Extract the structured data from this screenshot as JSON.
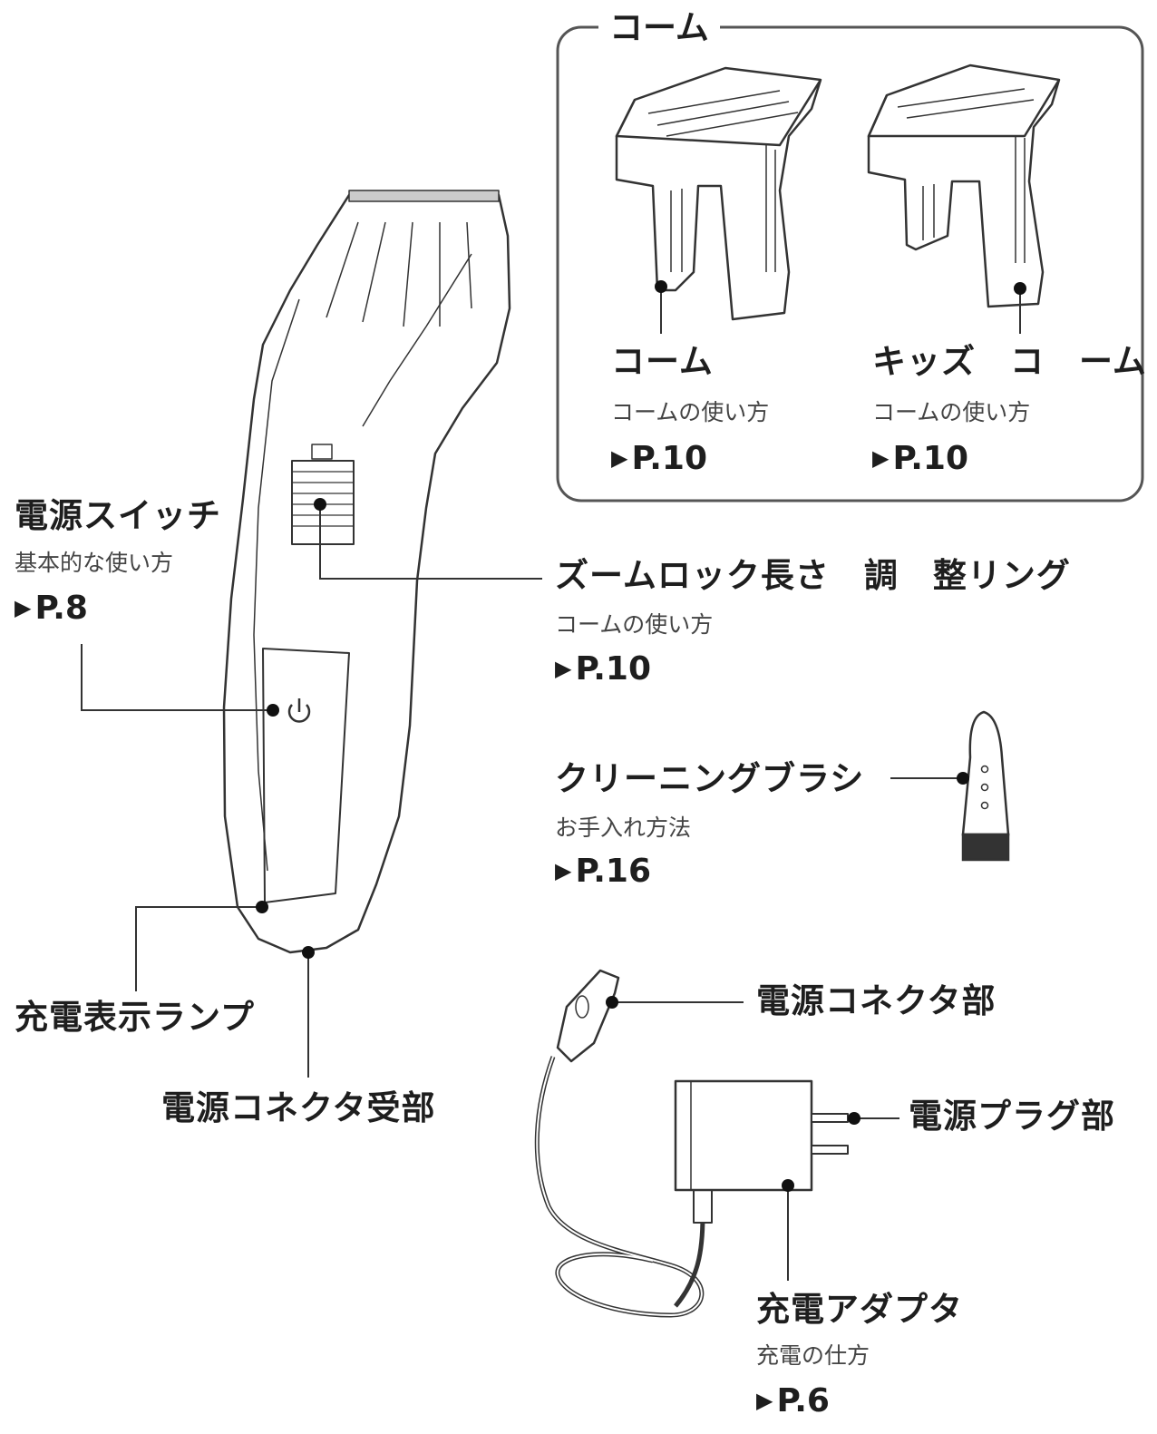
{
  "comb_box": {
    "title": "コーム",
    "comb": {
      "title": "コーム",
      "sub": "コームの使い方",
      "page": "P.10"
    },
    "kids_comb": {
      "title": "キッズ　コ　ーム",
      "sub": "コームの使い方",
      "page": "P.10"
    }
  },
  "power_switch": {
    "title": "電源スイッチ",
    "sub": "基本的な使い方",
    "page": "P.8"
  },
  "zoom_ring": {
    "title": "ズームロック長さ　調　整リング",
    "sub": "コームの使い方",
    "page": "P.10"
  },
  "brush": {
    "title": "クリーニングブラシ",
    "sub": "お手入れ方法",
    "page": "P.16"
  },
  "charge_lamp": {
    "title": "充電表示ランプ"
  },
  "connector_socket": {
    "title": "電源コネクタ受部"
  },
  "connector": {
    "title": "電源コネクタ部"
  },
  "plug": {
    "title": "電源プラグ部"
  },
  "adapter": {
    "title": "充電アダプタ",
    "sub": "充電の仕方",
    "page": "P.6"
  },
  "page_arrow": "▶",
  "colors": {
    "line": "#333333",
    "dot": "#111111"
  }
}
